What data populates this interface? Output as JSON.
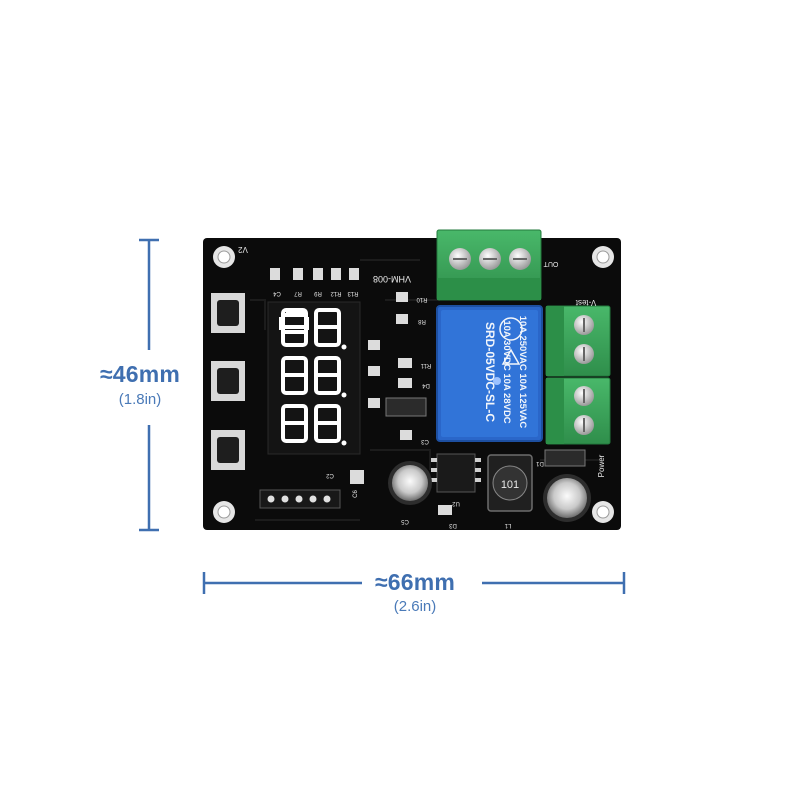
{
  "dimensions": {
    "height_main": "≈46mm",
    "height_sub": "(1.8in)",
    "width_main": "≈66mm",
    "width_sub": "(2.6in)"
  },
  "board": {
    "model_text": "VHM-008",
    "silk_out": "OUT",
    "silk_vtest": "V-test",
    "silk_power": "Power",
    "silk_v2": "V2",
    "relay_lines": [
      "10A 250VAC  10A 125VAC",
      "10A 30VDC  10A 28VDC",
      "SRD-05VDC-SL-C"
    ],
    "inductor_text": "101",
    "refs": [
      "C4",
      "R7",
      "R9",
      "R12",
      "R13",
      "R10",
      "R8",
      "R11",
      "D4",
      "C3",
      "C6",
      "C5",
      "C2",
      "D3",
      "L1",
      "U2",
      "D1"
    ]
  },
  "colors": {
    "board": "#0b0b0b",
    "dimension": "#3f6fb0",
    "terminal": "#3aa85a",
    "relay": "#2a66c9",
    "display_segment": "#ffffff"
  }
}
